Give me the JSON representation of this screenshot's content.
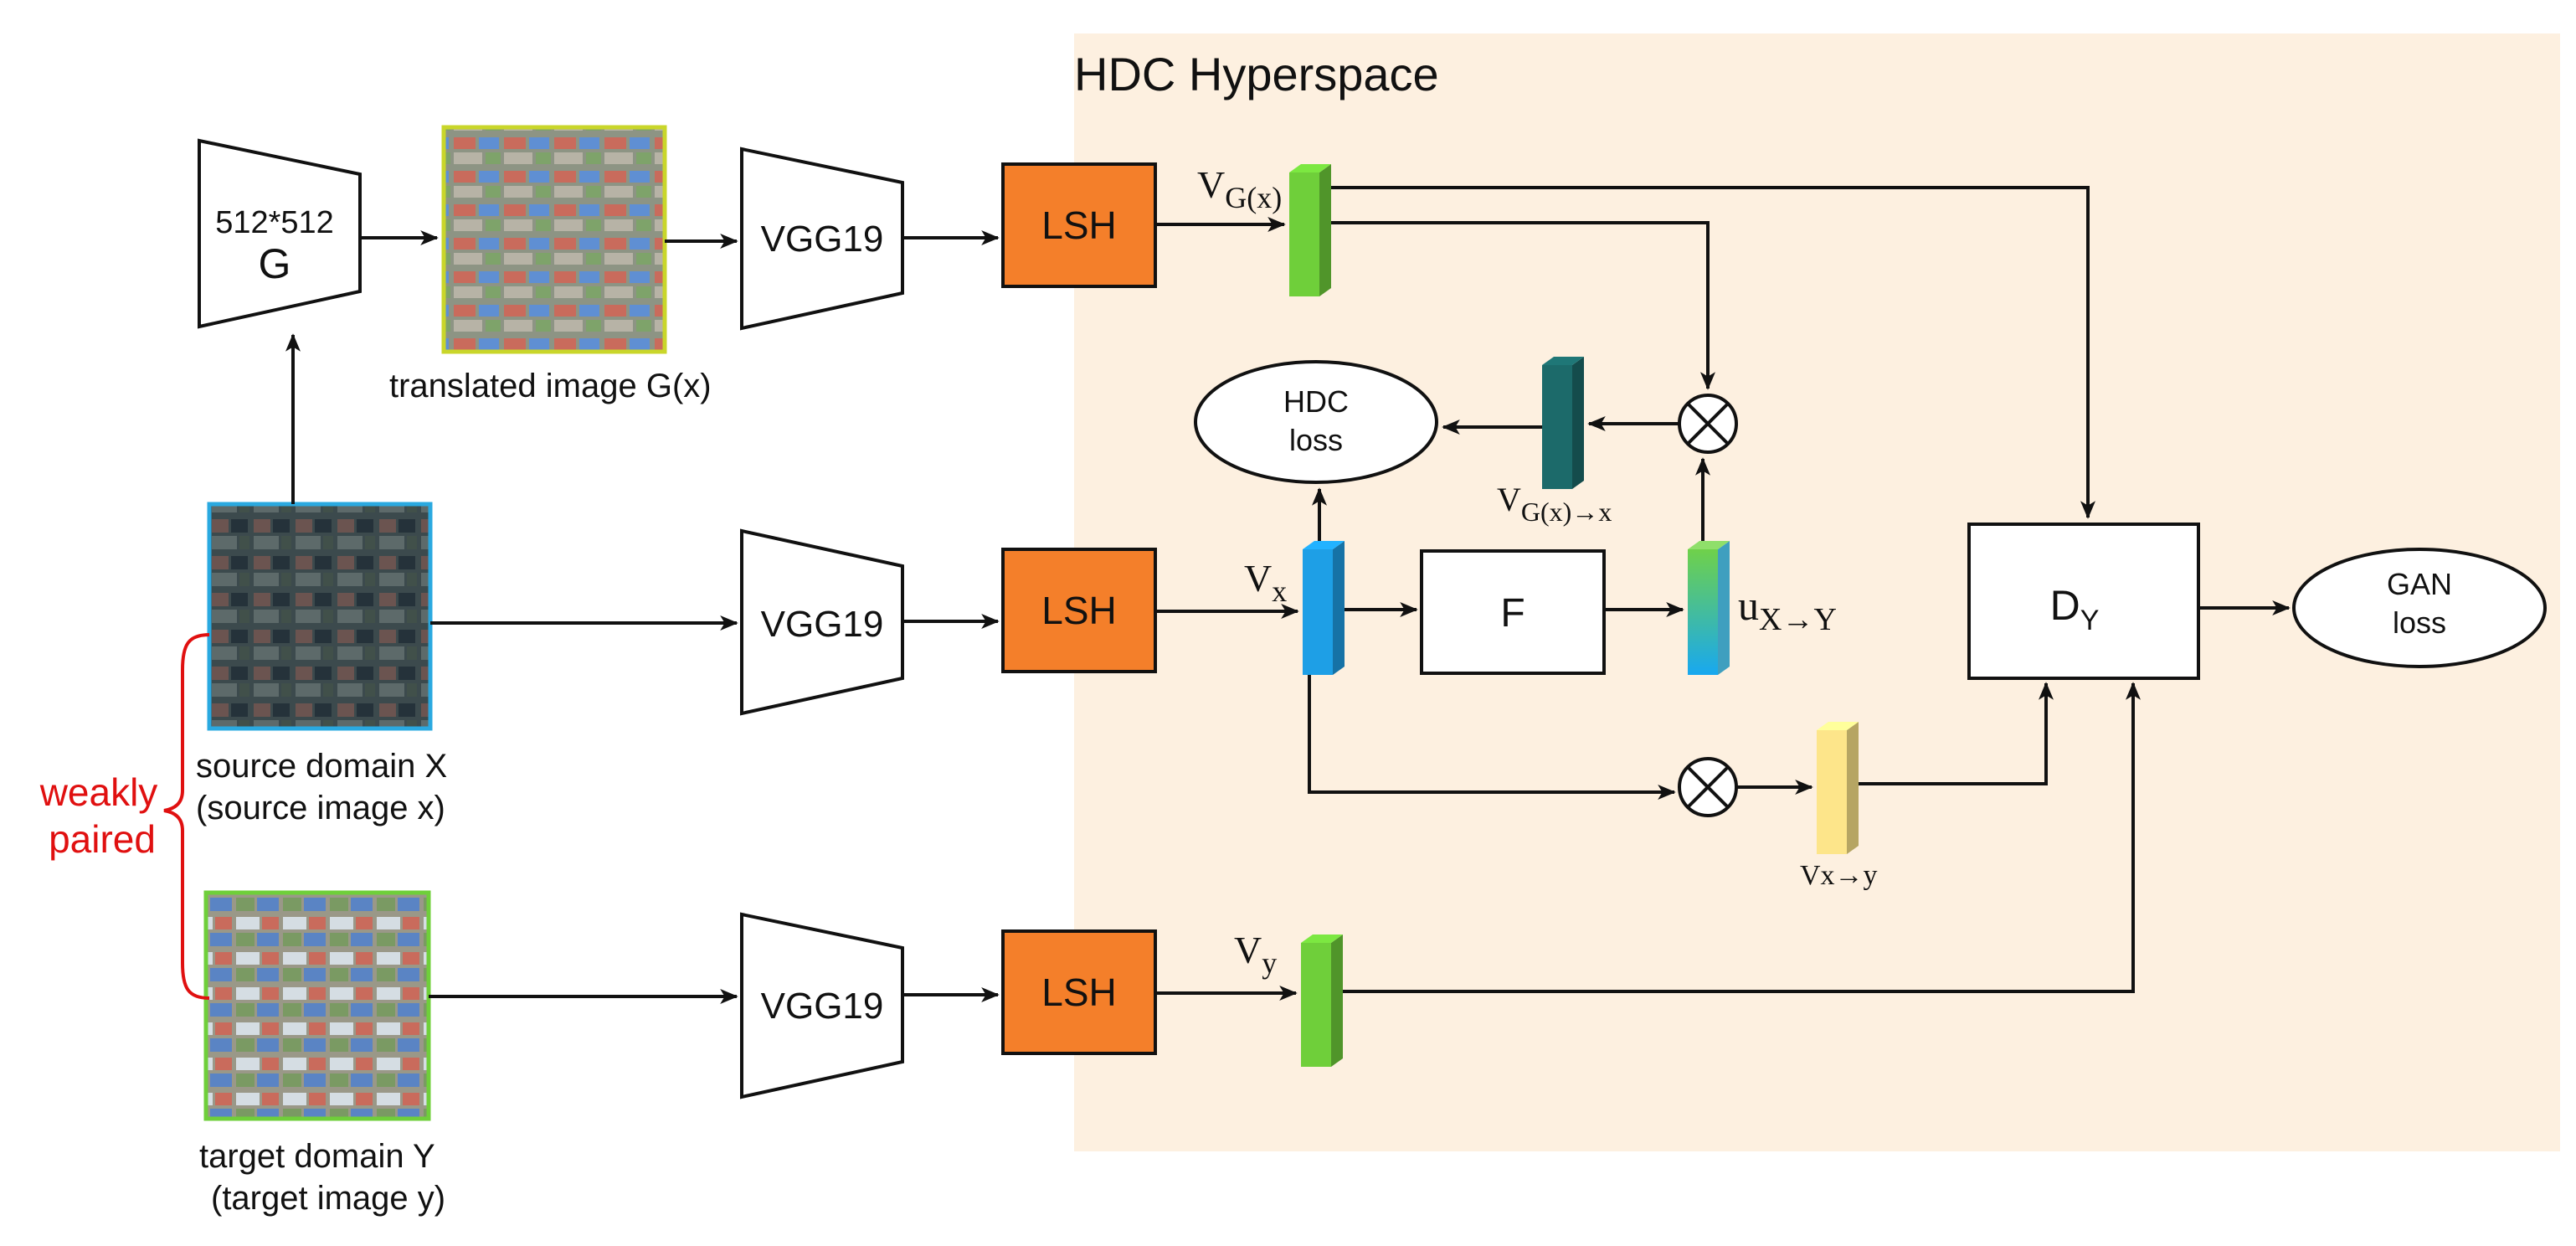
{
  "hyperspace": {
    "title": "HDC Hyperspace",
    "fill": "#fdf0e0"
  },
  "generator": {
    "size_label": "512*512",
    "name": "G"
  },
  "images": {
    "translated_caption": "translated image G(x)",
    "source_caption_1": "source domain X",
    "source_caption_2": "(source image x)",
    "target_caption_1": "target domain Y",
    "target_caption_2": "(target image y)"
  },
  "weakly_paired": {
    "line1": "weakly",
    "line2": "paired",
    "color": "#e01010"
  },
  "vgg": {
    "label": "VGG19"
  },
  "lsh": {
    "label": "LSH",
    "fill": "#f47f2a"
  },
  "vectors": {
    "vgx": {
      "base": "V",
      "sub": "G(x)"
    },
    "vgx_to_x": {
      "base": "V",
      "sub": "G(x)→x"
    },
    "vx": {
      "base": "V",
      "sub": "x"
    },
    "u": {
      "base": "u",
      "sub": "X→Y"
    },
    "vx_to_y": {
      "label": "Vx→y"
    },
    "vy": {
      "base": "V",
      "sub": "y"
    }
  },
  "f_box": {
    "label": "F"
  },
  "discriminator": {
    "base": "D",
    "sub": "Y"
  },
  "hdc_loss": {
    "line1": "HDC",
    "line2": "loss"
  },
  "gan_loss": {
    "line1": "GAN",
    "line2": "loss"
  },
  "colors": {
    "green_vector": "#6fcf3a",
    "teal_vector": "#1c6a6a",
    "blue_vector": "#1e9fe6",
    "yellow_vector": "#fde58a",
    "gradient_top": "#6fd14a",
    "gradient_bottom": "#18a8f0"
  }
}
